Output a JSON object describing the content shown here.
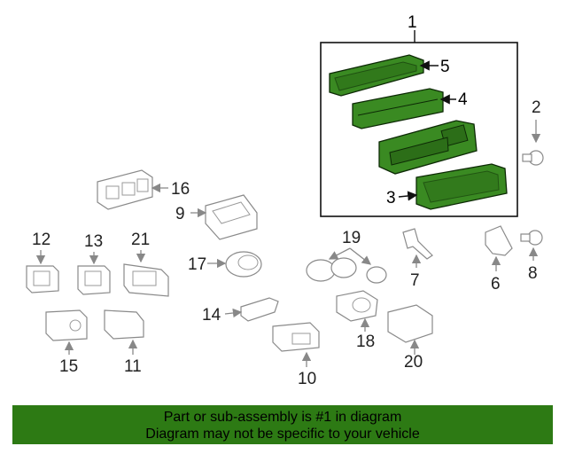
{
  "callouts": {
    "c1": "1",
    "c2": "2",
    "c3": "3",
    "c4": "4",
    "c5": "5",
    "c6": "6",
    "c7": "7",
    "c8": "8",
    "c9": "9",
    "c10": "10",
    "c11": "11",
    "c12": "12",
    "c13": "13",
    "c14": "14",
    "c15": "15",
    "c16": "16",
    "c17": "17",
    "c18": "18",
    "c19": "19",
    "c20": "20",
    "c21": "21"
  },
  "banner": {
    "line1": "Part or sub-assembly is #1 in diagram",
    "line2": "Diagram may not be specific to your vehicle"
  },
  "colors": {
    "highlight_green": "#3a8a22",
    "banner_green": "#2d7a14",
    "part_outline": "#8a8a8a"
  }
}
